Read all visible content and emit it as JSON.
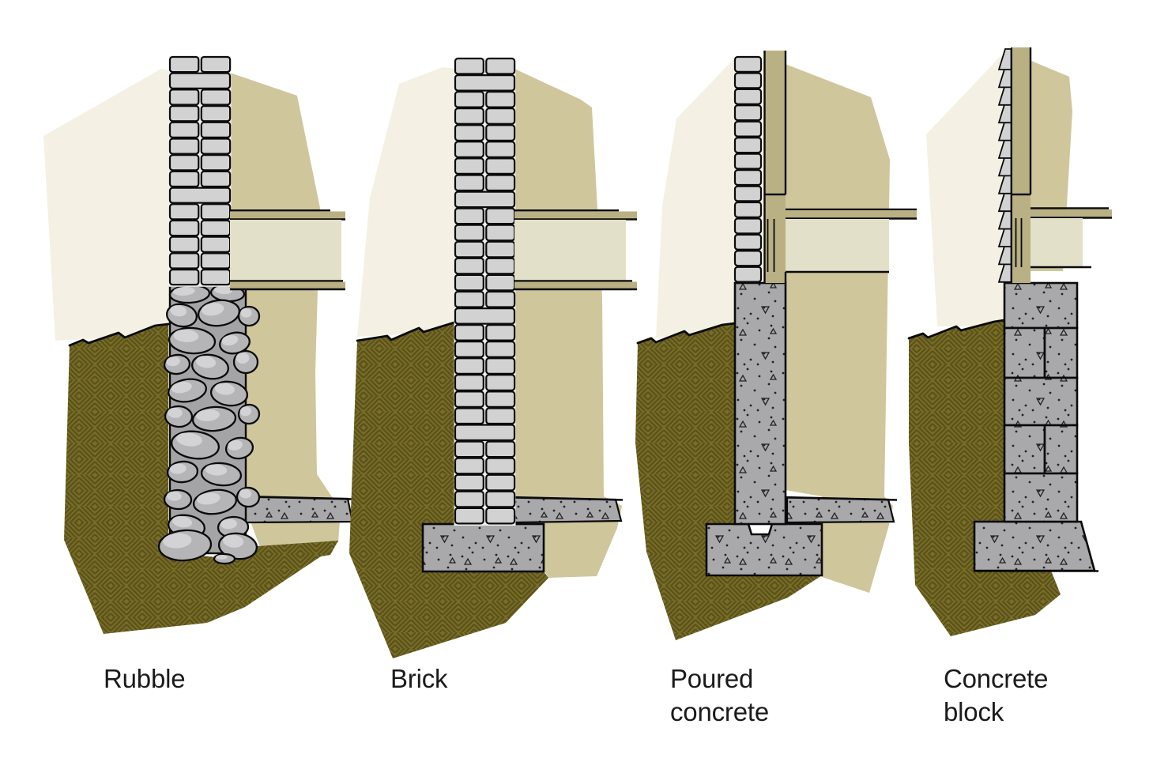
{
  "figure": {
    "subject": "Foundation wall types shown in cross-section",
    "panels": [
      {
        "id": "rubble",
        "label": "Rubble"
      },
      {
        "id": "brick",
        "label": "Brick"
      },
      {
        "id": "poured-concrete",
        "label": "Poured concrete"
      },
      {
        "id": "concrete-block",
        "label": "Concrete block"
      }
    ]
  },
  "palette": {
    "sky_light": "#f4f1e4",
    "wall_khaki": "#cfc69c",
    "interior_cream": "#e3e0c9",
    "wood_tan": "#b9b084",
    "soil": "#7a6e26",
    "soil_line": "#5a521c",
    "brick": "#d2d2d3",
    "mortar": "#efefef",
    "stone": "#b5b5b7",
    "stone_highlight": "#d6d6d8",
    "stone_mortar": "#a4a4a6",
    "concrete": "#a9a9ab",
    "speckle": "#222222",
    "outline": "#0b0b0b",
    "label": "#1b1b1b"
  }
}
